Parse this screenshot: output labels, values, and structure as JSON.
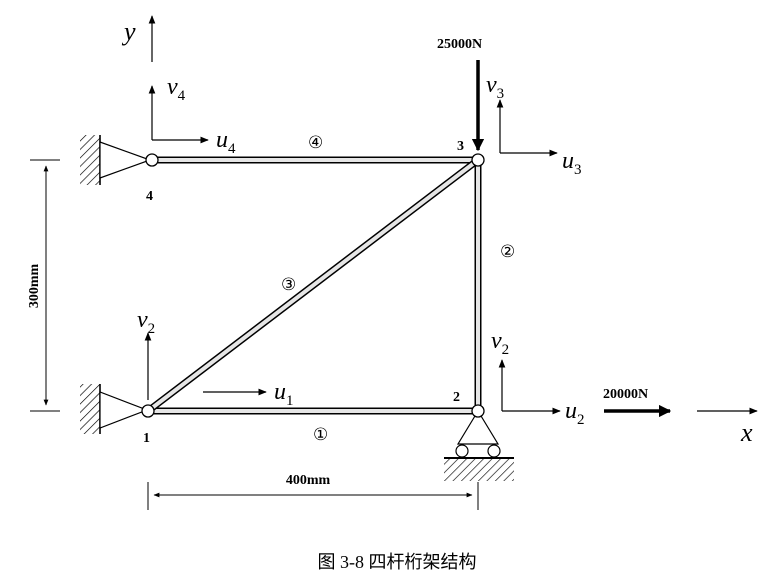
{
  "axes": {
    "x_label": "x",
    "y_label": "y"
  },
  "nodes": [
    {
      "id": "1",
      "label": "1"
    },
    {
      "id": "2",
      "label": "2"
    },
    {
      "id": "3",
      "label": "3"
    },
    {
      "id": "4",
      "label": "4"
    }
  ],
  "elements": [
    {
      "id": "e1",
      "label": "①"
    },
    {
      "id": "e2",
      "label": "②"
    },
    {
      "id": "e3",
      "label": "③"
    },
    {
      "id": "e4",
      "label": "④"
    }
  ],
  "dof": {
    "u1": {
      "sym": "u",
      "sub": "1"
    },
    "v2_node1": {
      "sym": "v",
      "sub": "2"
    },
    "u2": {
      "sym": "u",
      "sub": "2"
    },
    "v2": {
      "sym": "v",
      "sub": "2"
    },
    "u3": {
      "sym": "u",
      "sub": "3"
    },
    "v3": {
      "sym": "v",
      "sub": "3"
    },
    "u4": {
      "sym": "u",
      "sub": "4"
    },
    "v4": {
      "sym": "v",
      "sub": "4"
    }
  },
  "loads": {
    "vertical": "25000N",
    "horizontal": "20000N"
  },
  "dimensions": {
    "height": "300mm",
    "width": "400mm"
  },
  "caption": "图 3-8  四杆桁架结构",
  "colors": {
    "ink": "#000000",
    "member_fill": "#e6e6e6",
    "hatch": "#000000",
    "support_fill": "#ffffff"
  }
}
